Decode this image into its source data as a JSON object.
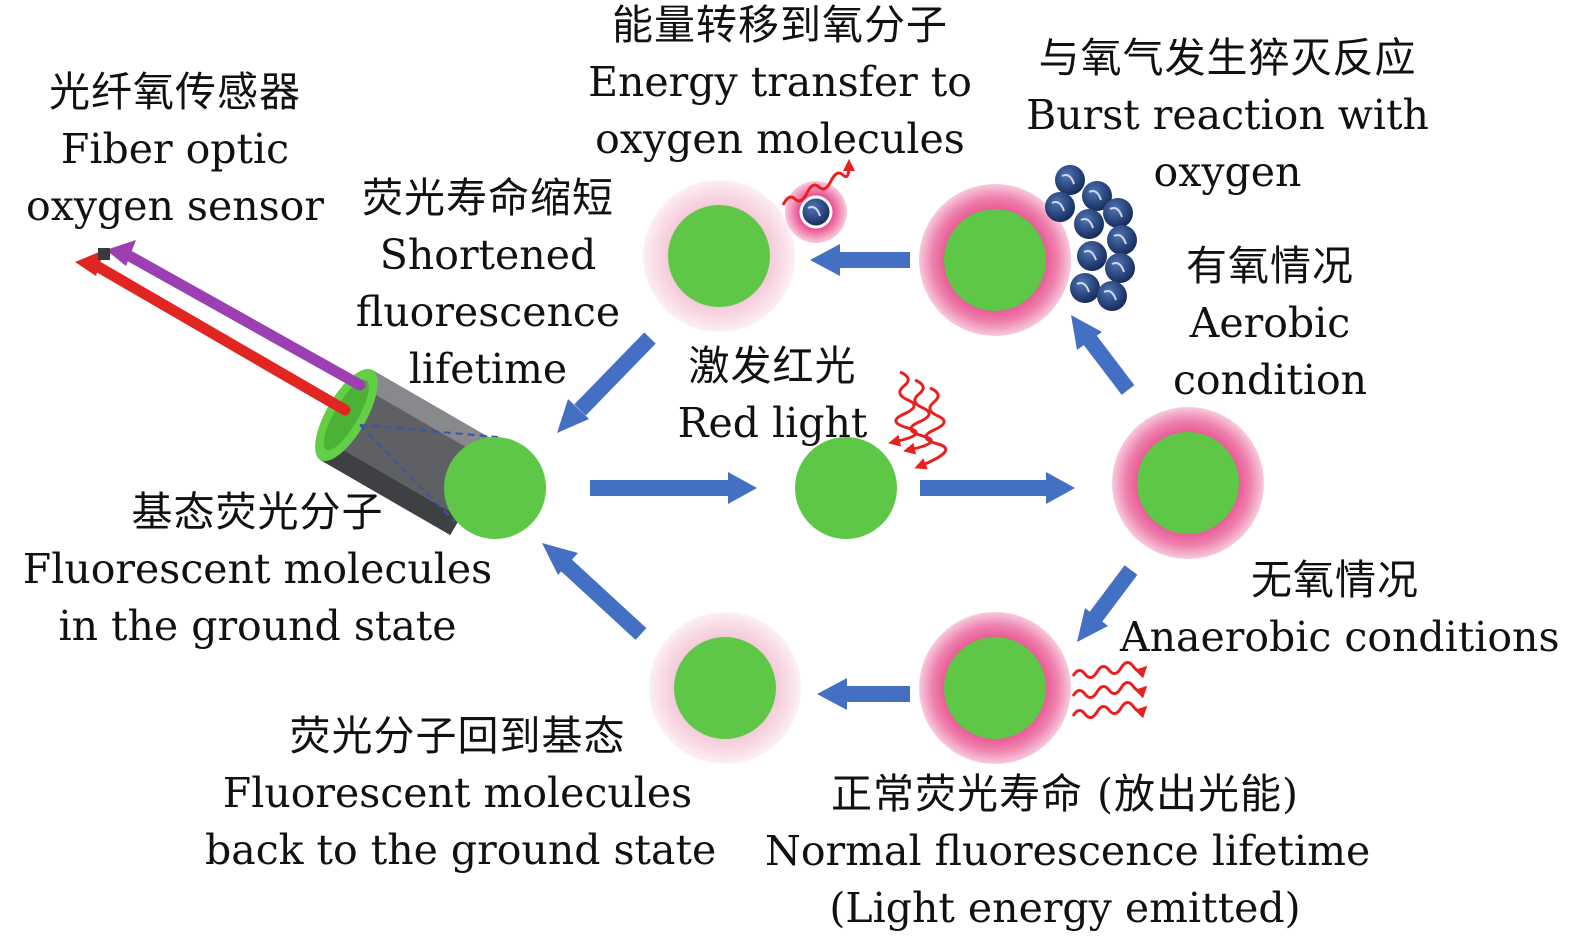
{
  "labels": {
    "sensor": {
      "cn": "光纤氧传感器",
      "en1": "Fiber optic",
      "en2": "oxygen sensor"
    },
    "energy_transfer": {
      "cn": "能量转移到氧分子",
      "en1": "Energy transfer to",
      "en2": "oxygen molecules"
    },
    "burst": {
      "cn": "与氧气发生猝灭反应",
      "en1": "Burst reaction with",
      "en2": "oxygen"
    },
    "shortened": {
      "cn": "荧光寿命缩短",
      "en1": "Shortened",
      "en2": "fluorescence",
      "en3": "lifetime"
    },
    "red_light": {
      "cn": "激发红光",
      "en1": "Red light"
    },
    "aerobic": {
      "cn": "有氧情况",
      "en1": "Aerobic",
      "en2": "condition"
    },
    "ground": {
      "cn": "基态荧光分子",
      "en1": "Fluorescent molecules",
      "en2": "in the ground state"
    },
    "anaerobic": {
      "cn": "无氧情况",
      "en1": "Anaerobic conditions"
    },
    "back": {
      "cn": "荧光分子回到基态",
      "en1": "Fluorescent molecules",
      "en2": "back to the ground state"
    },
    "normal": {
      "cn": "正常荧光寿命 (放出光能)",
      "en1": "Normal fluorescence lifetime",
      "en2": "(Light energy emitted)"
    }
  },
  "colors": {
    "molecule_green": "#5ec747",
    "arrow_blue": "#4470c4",
    "glow_pink": "#e64b8d",
    "pale_pink": "#f6cfdc",
    "oxygen_blue": "#22407a",
    "wave_red": "#e8201f",
    "beam_purple": "#9b3fb3",
    "fiber_gray": "#5e6063"
  },
  "icons": [
    "fiber-optic-sensor-icon",
    "oxygen-molecule-icon",
    "red-light-wave-icon"
  ]
}
